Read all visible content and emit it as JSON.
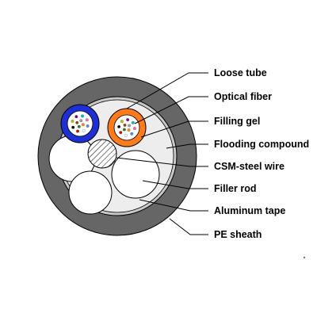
{
  "diagram": {
    "title": "",
    "labels": {
      "loose_tube": "Loose tube",
      "optical_fiber": "Optical fiber",
      "filling_gel": "Filling gel",
      "flooding_compound": "Flooding compound",
      "csm_steel_wire": "CSM-steel wire",
      "filler_rod": "Filler rod",
      "aluminum_tape": "Aluminum tape",
      "pe_sheath": "PE sheath"
    },
    "colors": {
      "pe_sheath": "#666666",
      "aluminum_tape": "#c8c8c8",
      "core_background": "#ededed",
      "loose_tube_blue": "#1f2fd6",
      "loose_tube_orange": "#ff7a1a",
      "outline": "#000000"
    },
    "fiber_colors": [
      "#ff8c1a",
      "#2a7a2a",
      "#8b4513",
      "#a0a0a0",
      "#4a90e2",
      "#ffffff",
      "#e00000",
      "#000000",
      "#c0c000",
      "#800080",
      "#00c0c0",
      "#ff69b4"
    ]
  }
}
